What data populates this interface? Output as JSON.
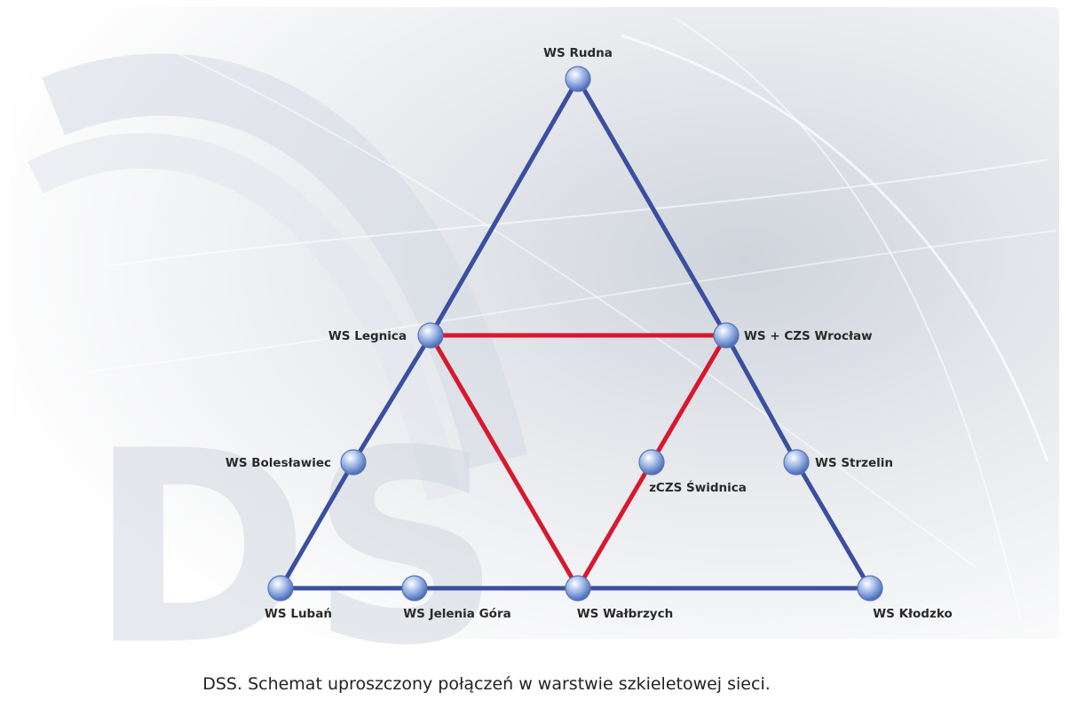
{
  "caption": "DSS. Schemat uproszczony połączeń w warstwie szkieletowej sieci.",
  "logo_text": "DS",
  "colors": {
    "backbone_line": "#3a4fa0",
    "cross_link": "#d8182e",
    "label": "#2a2a2a"
  },
  "nodes": [
    {
      "id": "rudna",
      "label": "WS Rudna"
    },
    {
      "id": "legnica",
      "label": "WS Legnica"
    },
    {
      "id": "wroclaw",
      "label": "WS + CZS Wrocław"
    },
    {
      "id": "boleslawiec",
      "label": "WS Bolesławiec"
    },
    {
      "id": "swidnica",
      "label": "zCZS Świdnica"
    },
    {
      "id": "strzelin",
      "label": "WS Strzelin"
    },
    {
      "id": "luban",
      "label": "WS Lubań"
    },
    {
      "id": "jelenia",
      "label": "WS Jelenia Góra"
    },
    {
      "id": "walbrzych",
      "label": "WS Wałbrzych"
    },
    {
      "id": "klodzko",
      "label": "WS Kłodzko"
    }
  ],
  "links": [
    {
      "from": "rudna",
      "to": "legnica",
      "type": "backbone"
    },
    {
      "from": "legnica",
      "to": "boleslawiec",
      "type": "backbone"
    },
    {
      "from": "boleslawiec",
      "to": "luban",
      "type": "backbone"
    },
    {
      "from": "rudna",
      "to": "wroclaw",
      "type": "backbone"
    },
    {
      "from": "wroclaw",
      "to": "strzelin",
      "type": "backbone"
    },
    {
      "from": "strzelin",
      "to": "klodzko",
      "type": "backbone"
    },
    {
      "from": "luban",
      "to": "jelenia",
      "type": "backbone"
    },
    {
      "from": "jelenia",
      "to": "walbrzych",
      "type": "backbone"
    },
    {
      "from": "walbrzych",
      "to": "klodzko",
      "type": "backbone"
    },
    {
      "from": "legnica",
      "to": "wroclaw",
      "type": "cross"
    },
    {
      "from": "legnica",
      "to": "walbrzych",
      "type": "cross"
    },
    {
      "from": "wroclaw",
      "to": "swidnica",
      "type": "cross"
    },
    {
      "from": "swidnica",
      "to": "walbrzych",
      "type": "cross"
    }
  ]
}
